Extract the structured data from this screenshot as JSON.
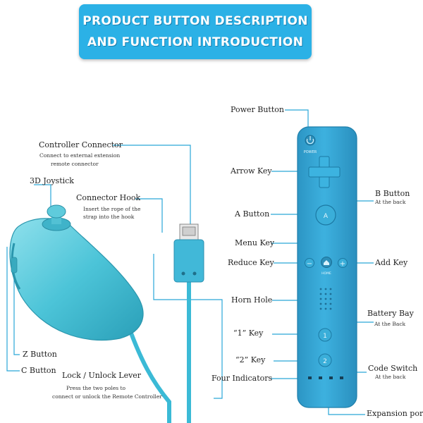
{
  "banner": {
    "line1": "PRODUCT BUTTON DESCRIPTION",
    "line2": "AND FUNCTION INTRODUCTION"
  },
  "nunchuk": {
    "controller_connector": "Controller Connector",
    "controller_connector_note1": "Connect to external extension",
    "controller_connector_note2": "remote connector",
    "joystick": "3D Joystick",
    "connector_hook": "Connector Hook",
    "connector_hook_note1": "Insert the rope of the",
    "connector_hook_note2": "strap into the hook",
    "z_button": "Z Button",
    "c_button": "C Button",
    "lock_lever": "Lock / Unlock Lever",
    "lock_lever_note1": "Press the two poles to",
    "lock_lever_note2": "connect or unlock the Remote Controller"
  },
  "remote": {
    "power_button": "Power Button",
    "power_text": "POWER",
    "arrow_key": "Arrow Key",
    "a_button": "A Button",
    "a_text": "A",
    "b_button": "B Button",
    "b_note": "At the back",
    "menu_key": "Menu Key",
    "home_text": "HOME",
    "reduce_key": "Reduce Key",
    "minus_text": "−",
    "add_key": "Add Key",
    "plus_text": "+",
    "horn_hole": "Horn Hole",
    "battery_bay": "Battery Bay",
    "battery_note": "At the Back",
    "one_key": "“1”  Key",
    "one_text": "1",
    "two_key": "“2” Key",
    "two_text": "2",
    "code_switch": "Code Switch",
    "code_note": "At the back",
    "four_indicators": "Four Indicators",
    "expansion_port": "Expansion port"
  },
  "colors": {
    "accent": "#2bb1e6",
    "device_body": "#35a7d3",
    "device_dark": "#1f86b4",
    "leader_line": "#2aa6d8"
  },
  "icons": {
    "power": "power-icon",
    "dpad": "dpad-icon",
    "home": "home-icon"
  }
}
